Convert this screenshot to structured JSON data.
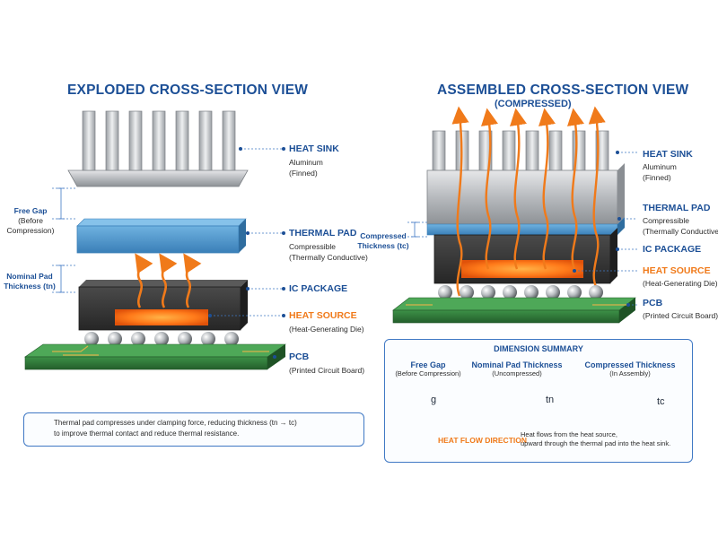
{
  "left": {
    "title": "EXPLODED CROSS-SECTION VIEW",
    "heat_sink": {
      "name": "HEAT SINK",
      "line1": "Aluminum",
      "line2": "(Finned)"
    },
    "thermal_pad": {
      "name": "THERMAL PAD",
      "line1": "Compressible",
      "line2": "(Thermally Conductive)"
    },
    "ic_package": {
      "name": "IC PACKAGE"
    },
    "heat_source": {
      "name": "HEAT SOURCE",
      "line1": "(Heat-Generating Die)"
    },
    "pcb": {
      "name": "PCB",
      "line1": "(Printed Circuit Board)"
    },
    "free_gap": {
      "line1": "Free Gap",
      "line2": "(Before",
      "line3": "Compression)"
    },
    "nominal": {
      "line1": "Nominal Pad",
      "line2": "Thickness (tn)"
    }
  },
  "right": {
    "title": "ASSEMBLED CROSS-SECTION VIEW",
    "subtitle": "(COMPRESSED)",
    "heat_sink": {
      "name": "HEAT SINK",
      "line1": "Aluminum",
      "line2": "(Finned)"
    },
    "thermal_pad": {
      "name": "THERMAL PAD",
      "line1": "Compressible",
      "line2": "(Thermally Conductive)"
    },
    "ic_package": {
      "name": "IC PACKAGE"
    },
    "heat_source": {
      "name": "HEAT SOURCE",
      "line1": "(Heat-Generating Die)"
    },
    "pcb": {
      "name": "PCB",
      "line1": "(Printed Circuit Board)"
    },
    "compressed": {
      "line1": "Compressed",
      "line2": "Thickness (tc)"
    }
  },
  "summary": {
    "title": "DIMENSION SUMMARY",
    "free_gap": {
      "title": "Free Gap",
      "sub": "(Before Compression)",
      "symbol": "g"
    },
    "nominal": {
      "title": "Nominal Pad Thickness",
      "sub": "(Uncompressed)",
      "symbol": "tn"
    },
    "compressed": {
      "title": "Compressed Thickness",
      "sub": "(In Assembly)",
      "symbol": "tc"
    },
    "heat_flow": {
      "label": "HEAT FLOW DIRECTION",
      "line1": "Heat flows from the heat source,",
      "line2": "upward through the thermal pad into the heat sink."
    }
  },
  "note": {
    "line1": "Thermal pad compresses under clamping force, reducing thickness (tn → tc)",
    "line2": "to improve thermal contact and reduce thermal resistance."
  },
  "colors": {
    "title_blue": "#1c4f96",
    "accent_orange": "#f07a1a",
    "pad_blue": "#4a92c9",
    "pcb_green": "#2f7d3a",
    "ic_dark": "#3a3a3a",
    "sink_silver": "#b9bcc0"
  }
}
